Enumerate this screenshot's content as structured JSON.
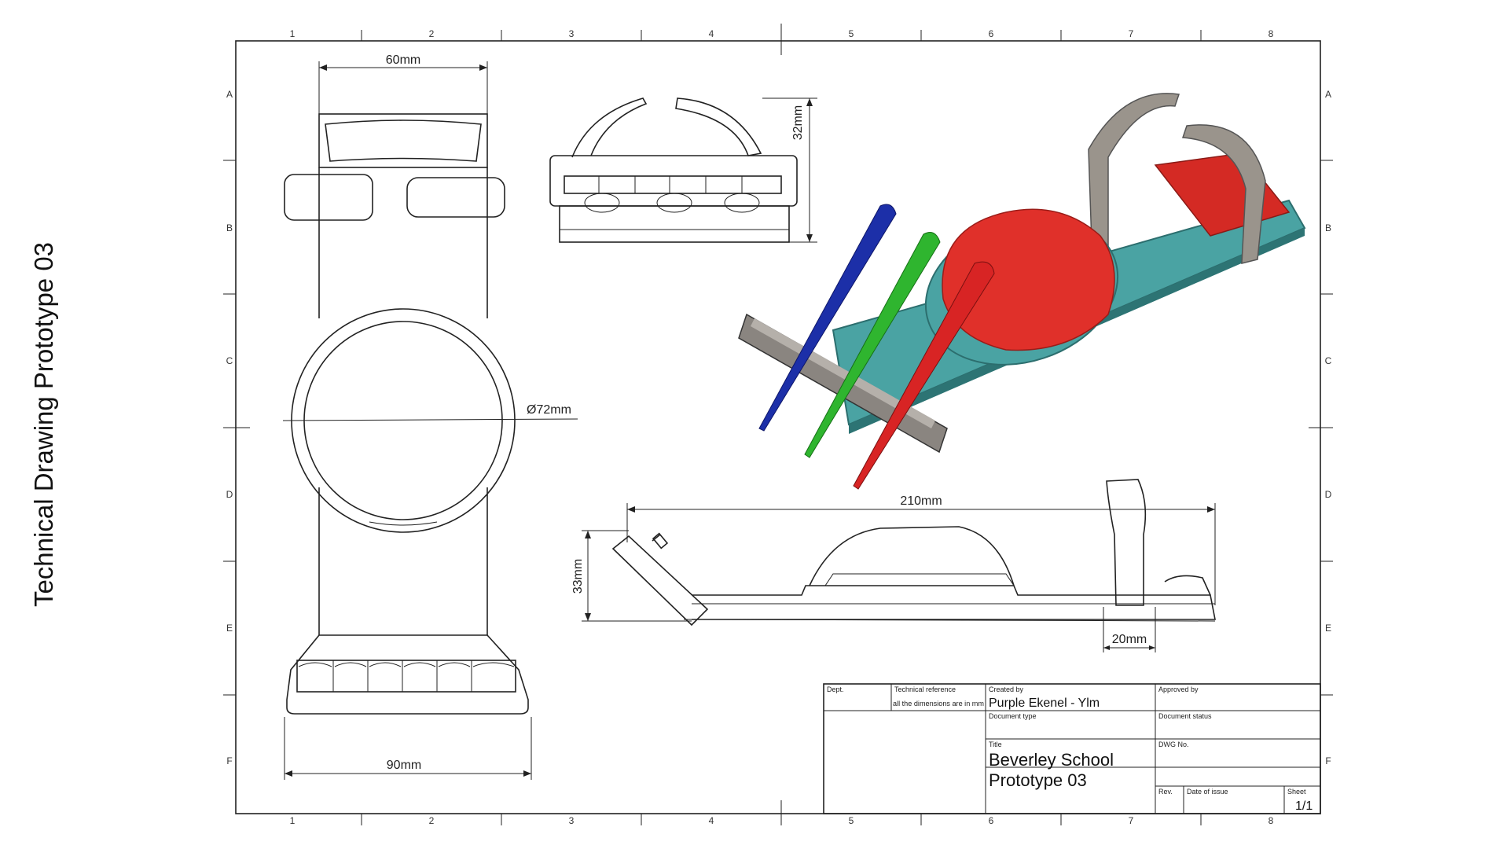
{
  "side_title": "Technical Drawing Prototype 03",
  "grid": {
    "columns": [
      "1",
      "2",
      "3",
      "4",
      "5",
      "6",
      "7",
      "8"
    ],
    "rows": [
      "A",
      "B",
      "C",
      "D",
      "E",
      "F"
    ]
  },
  "dimensions": {
    "top_width": "60mm",
    "diameter": "Ø72mm",
    "bottom_width": "90mm",
    "height_front": "32mm",
    "length": "210mm",
    "height_side": "33mm",
    "strap_width": "20mm"
  },
  "title_block": {
    "dept_label": "Dept.",
    "tech_ref_label": "Technical reference",
    "tech_ref_value": "all the dimensions are in mm",
    "created_by_label": "Created by",
    "created_by_value": "Purple Ekenel - Ylm",
    "approved_by_label": "Approved by",
    "document_type_label": "Document type",
    "document_status_label": "Document status",
    "title_label": "Title",
    "title_line1": "Beverley School",
    "title_line2": "Prototype 03",
    "dwg_no_label": "DWG No.",
    "rev_label": "Rev.",
    "date_label": "Date of issue",
    "sheet_label": "Sheet",
    "sheet_value": "1/1"
  },
  "colors": {
    "base": "#4aa3a3",
    "dome": "#e0302a",
    "blue_stick": "#1c2fa8",
    "green_stick": "#2fb52f",
    "red_stick": "#d82424",
    "strap": "#9a948c"
  }
}
